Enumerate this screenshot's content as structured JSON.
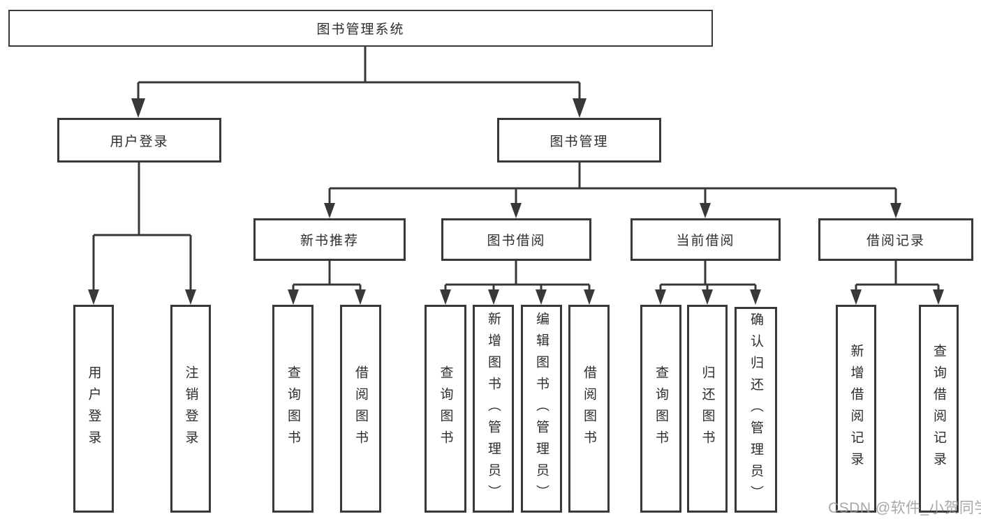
{
  "title": "图书管理系统",
  "tree": {
    "label": "图书管理系统",
    "children": [
      {
        "label": "用户登录",
        "children": [
          {
            "label": "用户登录"
          },
          {
            "label": "注销登录"
          }
        ]
      },
      {
        "label": "图书管理",
        "children": [
          {
            "label": "新书推荐",
            "children": [
              {
                "label": "查询图书"
              },
              {
                "label": "借阅图书"
              }
            ]
          },
          {
            "label": "图书借阅",
            "children": [
              {
                "label": "查询图书"
              },
              {
                "label": "新增图书（管理员）"
              },
              {
                "label": "编辑图书（管理员）"
              },
              {
                "label": "借阅图书"
              }
            ]
          },
          {
            "label": "当前借阅",
            "children": [
              {
                "label": "查询图书"
              },
              {
                "label": "归还图书"
              },
              {
                "label": "确认归还（管理员）"
              }
            ]
          },
          {
            "label": "借阅记录",
            "children": [
              {
                "label": "新增借阅记录"
              },
              {
                "label": "查询借阅记录"
              }
            ]
          }
        ]
      }
    ]
  },
  "watermark": "CSDN @软件_小贺同学",
  "colors": {
    "line": "#383838",
    "text": "#2d2d2d",
    "box_bg": "#ffffff",
    "background": "#ffffff",
    "watermark": "#9b9797"
  }
}
